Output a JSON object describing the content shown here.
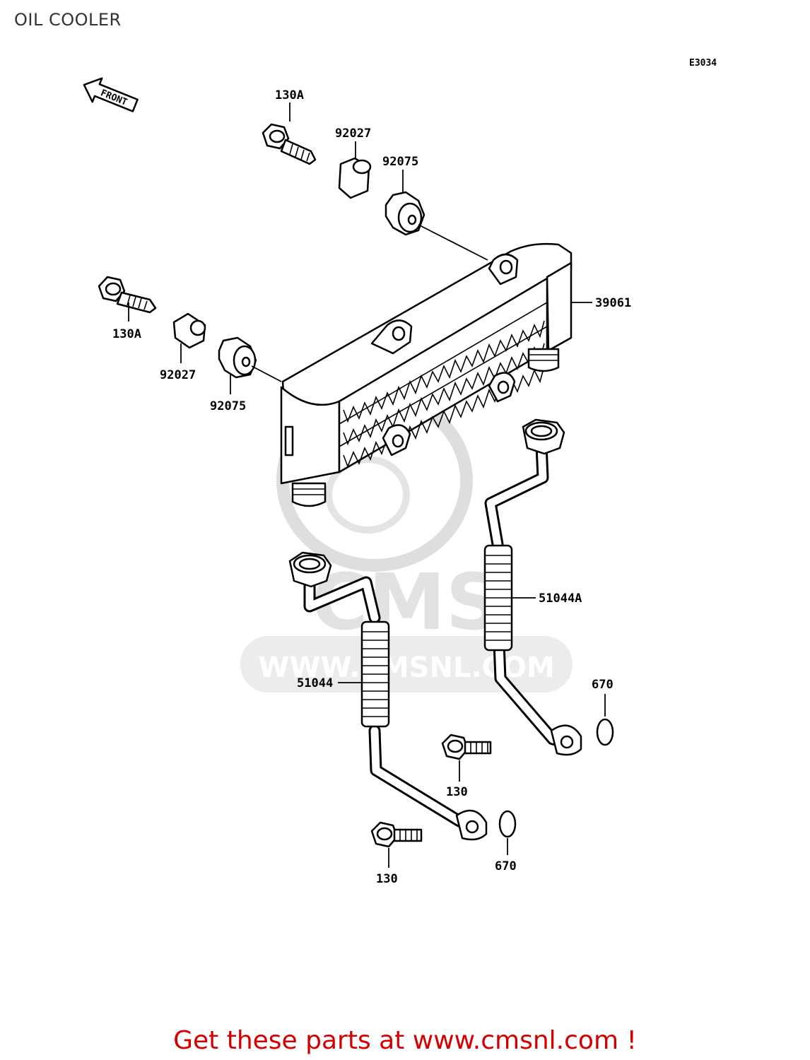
{
  "title": "OIL COOLER",
  "diagram_code": "E3034",
  "front_label": "FRONT",
  "watermark": {
    "brand": "CMS",
    "url": "WWW.CMSNL.COM"
  },
  "part_labels": {
    "bolt_top": "130A",
    "collar_top": "92027",
    "grommet_top": "92075",
    "oil_cooler": "39061",
    "bolt_left": "130A",
    "collar_left": "92027",
    "grommet_left": "92075",
    "hose_right": "51044A",
    "hose_left": "51044",
    "oring_right": "670",
    "bolt_mid": "130",
    "bolt_bottom": "130",
    "oring_bottom": "670"
  },
  "footer": "Get these parts at www.cmsnl.com !",
  "colors": {
    "footer": "#d40000",
    "title": "#333333",
    "watermark": "#d9d9d9"
  }
}
